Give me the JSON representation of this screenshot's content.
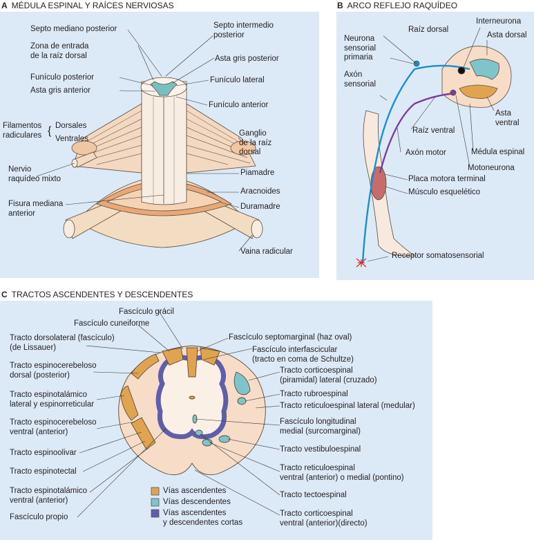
{
  "colors": {
    "panel_bg": "#dce9f6",
    "cord_tissue": "#f6dccb",
    "gray_matter_a": "#f3efe6",
    "ascending": "#e0a34f",
    "descending": "#7fc4c9",
    "short_tracts": "#5e5fa8",
    "sensory_neuron": "#1a8fd0",
    "motor_neuron": "#7b3d99",
    "muscle": "#c86b6b"
  },
  "panel_a": {
    "letter": "A",
    "title": "MÉDULA ESPINAL Y RAÍCES NERVIOSAS",
    "labels": {
      "posterior_median_septum": "Septo mediano posterior",
      "intermediate_septum": "Septo intermedio\nposterior",
      "dorsal_root_entry": "Zona de entrada\nde la raíz dorsal",
      "posterior_gray_horn": "Asta gris posterior",
      "posterior_funiculus": "Funículo posterior",
      "lateral_funiculus": "Funículo lateral",
      "anterior_gray_horn": "Asta gris anterior",
      "anterior_funiculus": "Funículo anterior",
      "filaments": "Filamentos\nradiculares",
      "dorsal": "Dorsales",
      "ventral": "Ventrales",
      "ganglion": "Ganglio\nde la raíz\ndorsal",
      "mixed_nerve": "Nervio\nraquídeo mixto",
      "pia": "Piamadre",
      "arachnoid": "Aracnoides",
      "anterior_fissure": "Fisura mediana\nanterior",
      "dura": "Duramadre",
      "root_sheath": "Vaina radicular"
    }
  },
  "panel_b": {
    "letter": "B",
    "title": "ARCO REFLEJO RAQUÍDEO",
    "labels": {
      "dorsal_root": "Raíz dorsal",
      "interneuron": "Interneurona",
      "primary_sensory_neuron": "Neurona\nsensorial\nprimaria",
      "dorsal_horn": "Asta dorsal",
      "sensory_axon": "Axón\nsensorial",
      "ventral_horn": "Asta\nventral",
      "ventral_root": "Raíz ventral",
      "motor_axon": "Axón motor",
      "spinal_cord": "Médula espinal",
      "motoneuron": "Motoneurona",
      "end_plate": "Placa motora terminal",
      "skeletal_muscle": "Músculo esquelético",
      "receptor": "Receptor somatosensorial"
    }
  },
  "panel_c": {
    "letter": "C",
    "title": "TRACTOS ASCENDENTES Y DESCENDENTES",
    "labels": {
      "gracile": "Fascículo grácil",
      "cuneate": "Fascículo cuneiforme",
      "dorsolateral": "Tracto dorsolateral (fascículo)\n(de Lissauer)",
      "septomarginal": "Fascículo septomarginal (haz oval)",
      "interfascicular": "Fascículo interfascicular\n(tracto en coma  de Schultze)",
      "dorsal_spinocerebellar": "Tracto espinocerebeloso\ndorsal (posterior)",
      "lateral_corticospinal": "Tracto corticoespinal\n(piramidal) lateral (cruzado)",
      "lateral_spinothalamic": "Tracto espinotalámico\nlateral y espinorreticular",
      "rubrospinal": "Tracto rubroespinal",
      "lateral_reticulospinal": "Tracto reticuloespinal lateral (medular)",
      "ventral_spinocerebellar": "Tracto espinocerebeloso\nventral (anterior)",
      "medial_longitudinal": "Fascículo longitudinal\nmedial (surcomarginal)",
      "spino_olivary": "Tracto espinoolivar",
      "vestibulospinal": "Tracto vestibuloespinal",
      "spinotectal": "Tracto espinotectal",
      "ventral_reticulospinal": "Tracto reticuloespinal\nventral (anterior) o medial (pontino)",
      "ventral_spinothalamic": "Tracto espinotalámico\nventral (anterior)",
      "tectospinal": "Tracto tectoespinal",
      "fasciculus_proprius": "Fascículo propio",
      "ventral_corticospinal": "Tracto corticoespinal\nventral (anterior)(directo)"
    },
    "legend": {
      "ascending": "Vías ascendentes",
      "descending": "Vías descendentes",
      "short": "Vías ascendentes\ny descendentes cortas"
    }
  }
}
